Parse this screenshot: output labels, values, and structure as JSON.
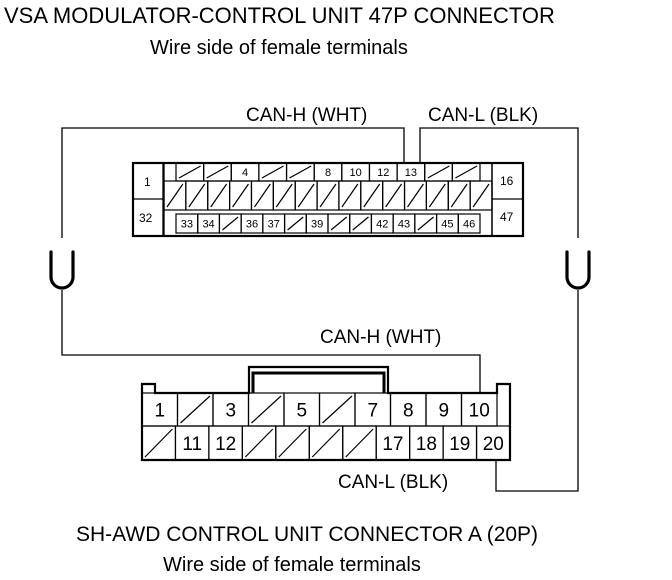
{
  "top": {
    "title": "VSA MODULATOR-CONTROL UNIT 47P CONNECTOR",
    "subtitle": "Wire side of female terminals"
  },
  "bottom": {
    "title": "SH-AWD CONTROL UNIT CONNECTOR A (20P)",
    "subtitle": "Wire side of female terminals"
  },
  "wires": {
    "top_can_h": "CAN-H (WHT)",
    "top_can_l": "CAN-L (BLK)",
    "mid_can_h": "CAN-H (WHT)",
    "bot_can_l": "CAN-L (BLK)",
    "splice_symbol": "U"
  },
  "connector47": {
    "left_labels": [
      "1",
      "32"
    ],
    "right_labels": [
      "16",
      "47"
    ],
    "row1": [
      "",
      "",
      "4",
      "",
      "",
      "8",
      "10",
      "12",
      "13",
      "",
      ""
    ],
    "row2_slot_count": 15,
    "row3": [
      "33",
      "34",
      "",
      "36",
      "37",
      "",
      "39",
      "",
      "",
      "42",
      "43",
      "",
      "45",
      "46"
    ]
  },
  "connector20": {
    "row1": [
      "1",
      "",
      "3",
      "",
      "5",
      "",
      "7",
      "8",
      "9",
      "10"
    ],
    "row2": [
      "",
      "11",
      "12",
      "",
      "",
      "",
      "",
      "17",
      "18",
      "19",
      "20"
    ]
  },
  "colors": {
    "line": "#000000",
    "background": "#ffffff"
  }
}
